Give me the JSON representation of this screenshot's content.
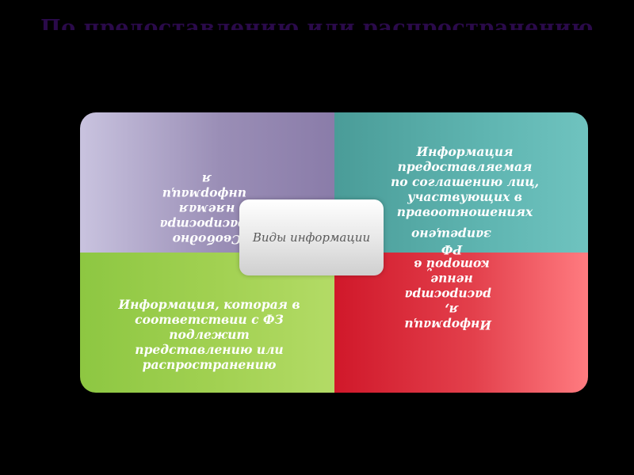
{
  "title": "По предоставлению или распространению",
  "center": {
    "label": "Виды информации"
  },
  "quadrants": {
    "top_right": {
      "text": "Информация предоставляемая\nпо соглашению лиц,\nучаствующих в\nправоотношениях"
    },
    "bottom_left": {
      "text": "Информация, которая в\nсоответствии с ФЗ подлежит\nпредставлению или\nраспространению"
    },
    "top_left": {
      "text": "Свободно\nраспростра\nняемая\nинформаци\nя"
    },
    "bottom_right": {
      "text": "Информаци\nя,\nраспростра\nнение\nкоторой в\nРФ\nзапрещено"
    }
  },
  "colors": {
    "top_left": "#9a8eb6",
    "top_right": "#5fb5b1",
    "bottom_left": "#a2d152",
    "bottom_right": "#e3404c",
    "background": "#000000",
    "title": "#2a0a4a"
  }
}
